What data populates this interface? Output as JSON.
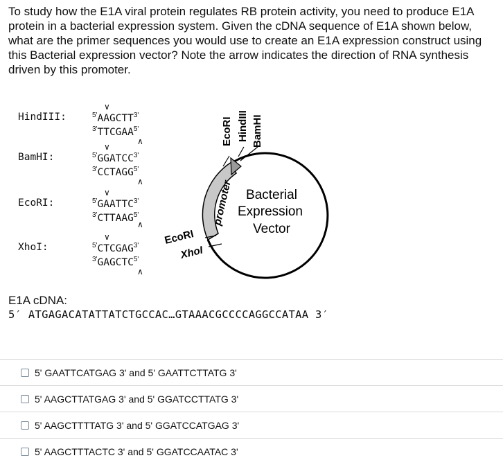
{
  "question": "To study how the E1A viral protein regulates RB protein activity, you need to produce E1A protein in a bacterial expression system. Given the cDNA sequence of E1A shown below, what are the primer sequences you would use to create an E1A expression construct using this Bacterial expression vector? Note the arrow indicates the direction of RNA synthesis driven by this promoter.",
  "enzymes": [
    {
      "label": "HindIII:",
      "top_seq": "AAGCTT",
      "bottom_seq": "TTCGAA"
    },
    {
      "label": "BamHI:",
      "top_seq": "GGATCC",
      "bottom_seq": "CCTAGG"
    },
    {
      "label": "EcoRI:",
      "top_seq": "GAATTC",
      "bottom_seq": "CTTAAG"
    },
    {
      "label": "XhoI:",
      "top_seq": "CTCGAG",
      "bottom_seq": "GAGCTC"
    }
  ],
  "prime": {
    "five": "5'",
    "three": "3'"
  },
  "cut_mark": {
    "down": "∨",
    "up": "∧"
  },
  "vector": {
    "title_line1": "Bacterial",
    "title_line2": "Expression",
    "title_line3": "Vector",
    "promoter": "promoter",
    "site_top1": "EcoRI",
    "site_top2": "HindIII",
    "site_top3": "BamHI",
    "site_left1": "EcoRI",
    "site_left2": "XhoI"
  },
  "cdna": {
    "title": "E1A cDNA:",
    "sequence": "5′ ATGAGACATATTATCTGCCAC…GTAAACGCCCCAGGCCATAA 3′"
  },
  "options": [
    "5' GAATTCATGAG 3' and 5' GAATTCTTATG 3'",
    "5' AAGCTTATGAG 3' and 5' GGATCCTTATG 3'",
    "5' AAGCTTTTATG 3' and 5' GGATCCATGAG 3'",
    "5' AAGCTTTACTC 3' and 5' GGATCCAATAC 3'"
  ]
}
